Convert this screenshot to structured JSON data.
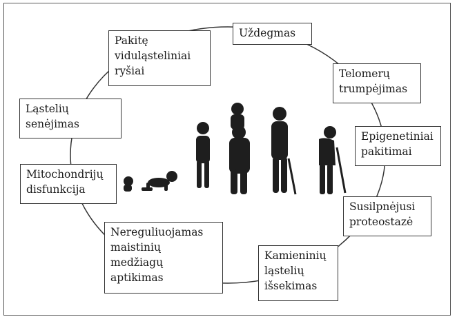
{
  "diagram": {
    "hallmarks": [
      {
        "id": "inflammation",
        "lines": [
          "Uždegmas"
        ]
      },
      {
        "id": "telomeres",
        "lines": [
          "Telomerų",
          "trumpėjimas"
        ]
      },
      {
        "id": "epigenetic",
        "lines": [
          "Epigenetiniai",
          "pakitimai"
        ]
      },
      {
        "id": "proteostasis",
        "lines": [
          "Susilpnėjusi",
          "proteostazė"
        ]
      },
      {
        "id": "stem-cells",
        "lines": [
          "Kamieninių",
          "ląstelių",
          "išsekimas"
        ]
      },
      {
        "id": "nutrient-sensing",
        "lines": [
          "Nereguliuojamas",
          "maistinių",
          "medžiagų",
          "aptikimas"
        ]
      },
      {
        "id": "mitochondria",
        "lines": [
          "Mitochondrijų",
          "disfunkcija"
        ]
      },
      {
        "id": "senescence",
        "lines": [
          "Ląstelių",
          "senėjimas"
        ]
      },
      {
        "id": "intercellular",
        "lines": [
          "Pakitę",
          "viduląsteliniai",
          "ryšiai"
        ]
      }
    ]
  }
}
